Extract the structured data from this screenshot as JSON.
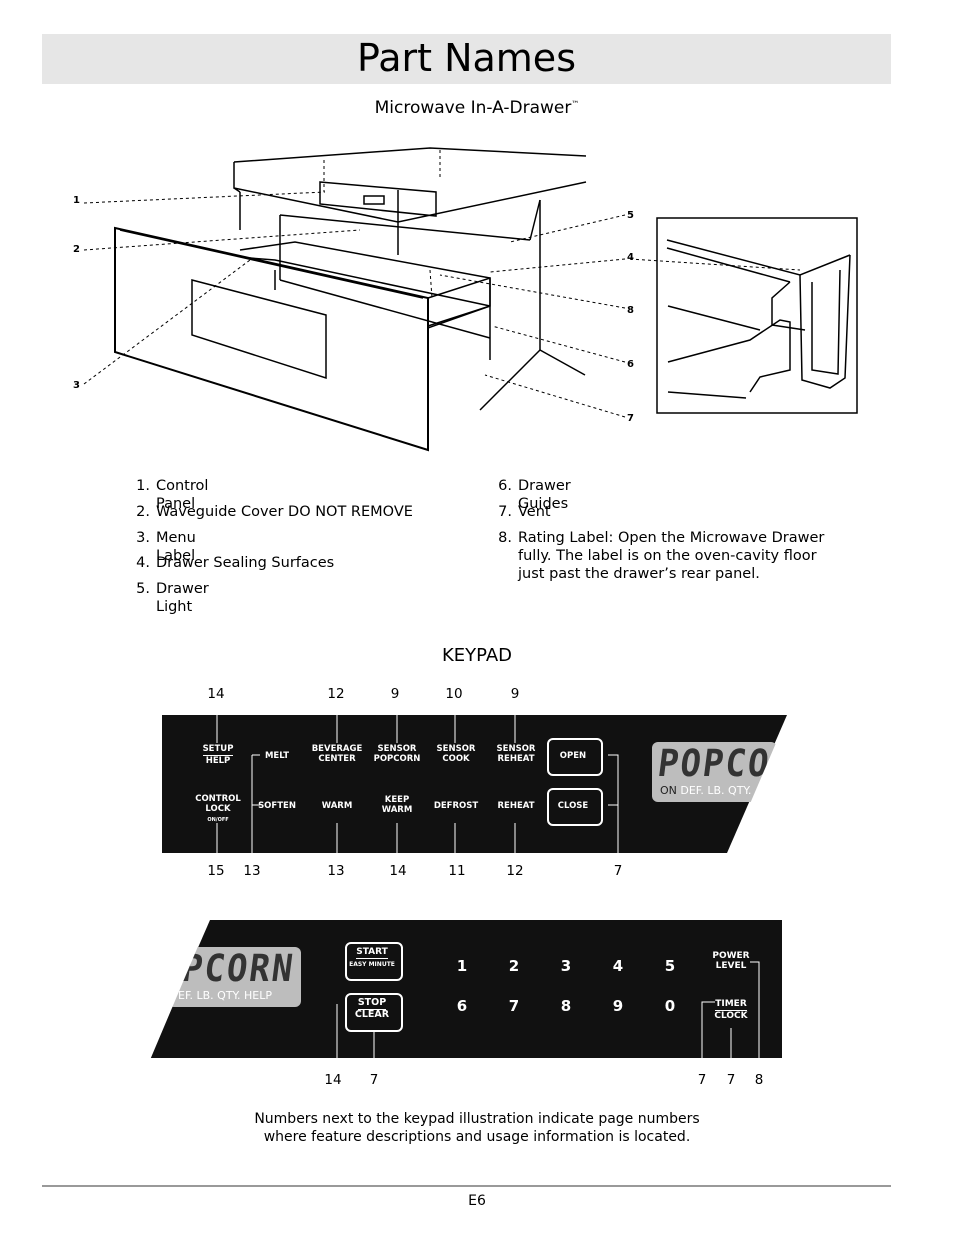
{
  "header": {
    "title": "Part Names",
    "subtitle": "Microwave In-A-Drawer",
    "subtitle_mark": "™"
  },
  "diagram": {
    "callouts_left": [
      "1",
      "2",
      "3"
    ],
    "callouts_right": [
      "5",
      "4",
      "8",
      "6",
      "7"
    ]
  },
  "parts_left": [
    {
      "num": "1.",
      "text": "Control Panel"
    },
    {
      "num": "2.",
      "text": "Waveguide Cover DO NOT REMOVE"
    },
    {
      "num": "3.",
      "text": "Menu Label"
    },
    {
      "num": "4.",
      "text": "Drawer Sealing Surfaces"
    },
    {
      "num": "5.",
      "text": "Drawer Light"
    }
  ],
  "parts_right": [
    {
      "num": "6.",
      "text": "Drawer Guides"
    },
    {
      "num": "7.",
      "text": "Vent"
    },
    {
      "num": "8.",
      "text_lines": [
        "Rating Label: Open the Microwave Drawer",
        "fully. The label is on the oven-cavity floor",
        "just past the drawer’s rear panel."
      ]
    }
  ],
  "keypad": {
    "heading": "KEYPAD",
    "panel1": {
      "top_numbers": [
        "14",
        "12",
        "9",
        "10",
        "9"
      ],
      "bottom_numbers": [
        "15",
        "13",
        "13",
        "14",
        "11",
        "12",
        "7"
      ],
      "row1": [
        {
          "l1": "SETUP",
          "l2": "HELP",
          "split": true
        },
        {
          "l1": "MELT",
          "l2": ""
        },
        {
          "l1": "BEVERAGE",
          "l2": "CENTER"
        },
        {
          "l1": "SENSOR",
          "l2": "POPCORN"
        },
        {
          "l1": "SENSOR",
          "l2": "COOK"
        },
        {
          "l1": "SENSOR",
          "l2": "REHEAT"
        }
      ],
      "row2": [
        {
          "l1": "CONTROL",
          "l2": "LOCK",
          "l3": "ON/OFF"
        },
        {
          "l1": "SOFTEN",
          "l2": ""
        },
        {
          "l1": "WARM",
          "l2": ""
        },
        {
          "l1": "KEEP",
          "l2": "WARM"
        },
        {
          "l1": "DEFROST",
          "l2": ""
        },
        {
          "l1": "REHEAT",
          "l2": ""
        }
      ],
      "open": "OPEN",
      "close": "CLOSE",
      "lcd_text": "POPCO",
      "lcd_on": "ON",
      "lcd_status": "DEF. LB. QTY."
    },
    "panel2": {
      "lcd_text": "PCORN",
      "lcd_status": "EF. LB. QTY. HELP",
      "start": "START",
      "easy_minute": "EASY MINUTE",
      "stop": "STOP",
      "clear": "CLEAR",
      "digits_row1": [
        "1",
        "2",
        "3",
        "4",
        "5"
      ],
      "digits_row2": [
        "6",
        "7",
        "8",
        "9",
        "0"
      ],
      "power": "POWER",
      "level": "LEVEL",
      "timer": "TIMER",
      "clock": "CLOCK",
      "bottom_numbers": [
        "14",
        "7",
        "7",
        "7",
        "8"
      ]
    }
  },
  "footnote_lines": [
    "Numbers next to the keypad illustration indicate page numbers",
    "where feature descriptions and usage information is located."
  ],
  "page_number": "E6"
}
